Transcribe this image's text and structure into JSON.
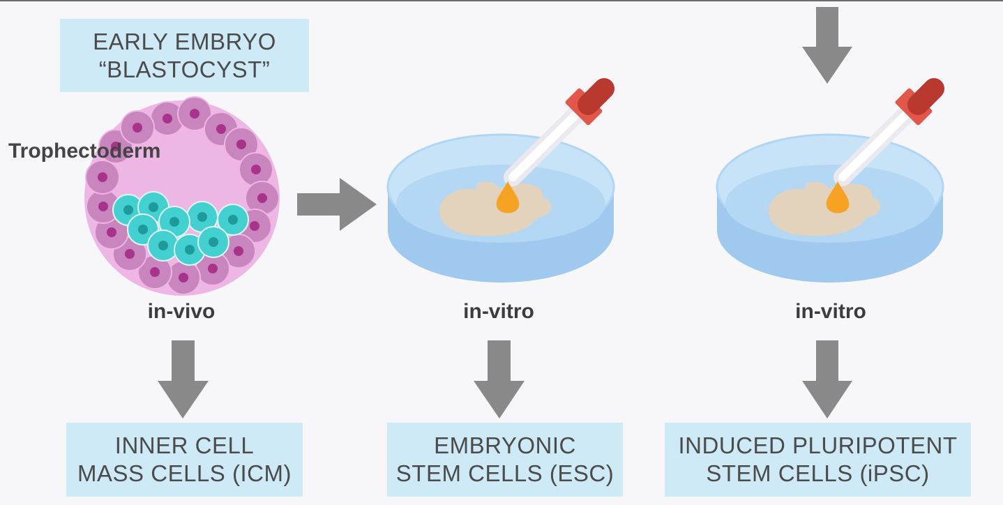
{
  "blastocyst_label": {
    "line1": "EARLY EMBRYO",
    "line2": "“BLASTOCYST”"
  },
  "trophectoderm_label": "Trophectoderm",
  "captions": {
    "in_vivo": "in-vivo",
    "in_vitro_esc": "in-vitro",
    "in_vitro_ipsc": "in-vitro"
  },
  "outcomes": {
    "icm": {
      "line1": "INNER CELL",
      "line2": "MASS CELLS (ICM)"
    },
    "esc": {
      "line1": "EMBRYONIC",
      "line2": "STEM CELLS (ESC)"
    },
    "ipsc": {
      "line1": "INDUCED PLURIPOTENT",
      "line2": "STEM CELLS (iPSC)"
    }
  },
  "colors": {
    "arrow": "#898989",
    "label_box": "#cdeaf6",
    "blastocyst_fill": "#eeb6e4",
    "trophoblast_cell": "#c986be",
    "trophoblast_nucleus": "#a8338a",
    "icm_cell": "#43d0d0",
    "icm_nucleus": "#1e9a9c",
    "dish": "#b7dbf4",
    "colony": "#e3d3bc",
    "dropper_tip": "#c64a3d",
    "droplet": "#f6a223"
  }
}
